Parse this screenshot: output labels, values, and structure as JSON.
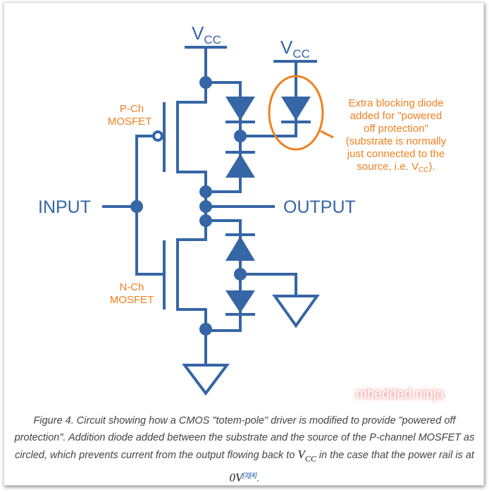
{
  "diagram": {
    "vcc_main": {
      "v": "V",
      "sub": "CC"
    },
    "vcc_extra": {
      "v": "V",
      "sub": "CC"
    },
    "pch_label": [
      "P-Ch",
      "MOSFET"
    ],
    "nch_label": [
      "N-Ch",
      "MOSFET"
    ],
    "input_label": "INPUT",
    "output_label": "OUTPUT",
    "annotation": [
      "Extra blocking diode",
      "added for \"powered",
      "off protection\"",
      "(substrate is normally",
      "just connected to the"
    ],
    "annotation_last": {
      "pre": "source, i.e. V",
      "sub": "CC",
      "post": ")."
    },
    "colors": {
      "wire": "#3566a5",
      "annotation": "#f0801e"
    }
  },
  "watermark": "mbedded.ninja",
  "caption": {
    "text1": "Figure 4. Circuit showing how a CMOS \"totem-pole\" driver is modified to provide \"powered off protection\". Addition diode added between the substrate and the source of the P-channel MOSFET as circled, which prevents current from the output flowing back to ",
    "math1": "V",
    "math1_sub": "CC",
    "text2": " in the case that the power rail is at ",
    "math2": "0V",
    "refs": "[3][4]",
    "end": "."
  }
}
